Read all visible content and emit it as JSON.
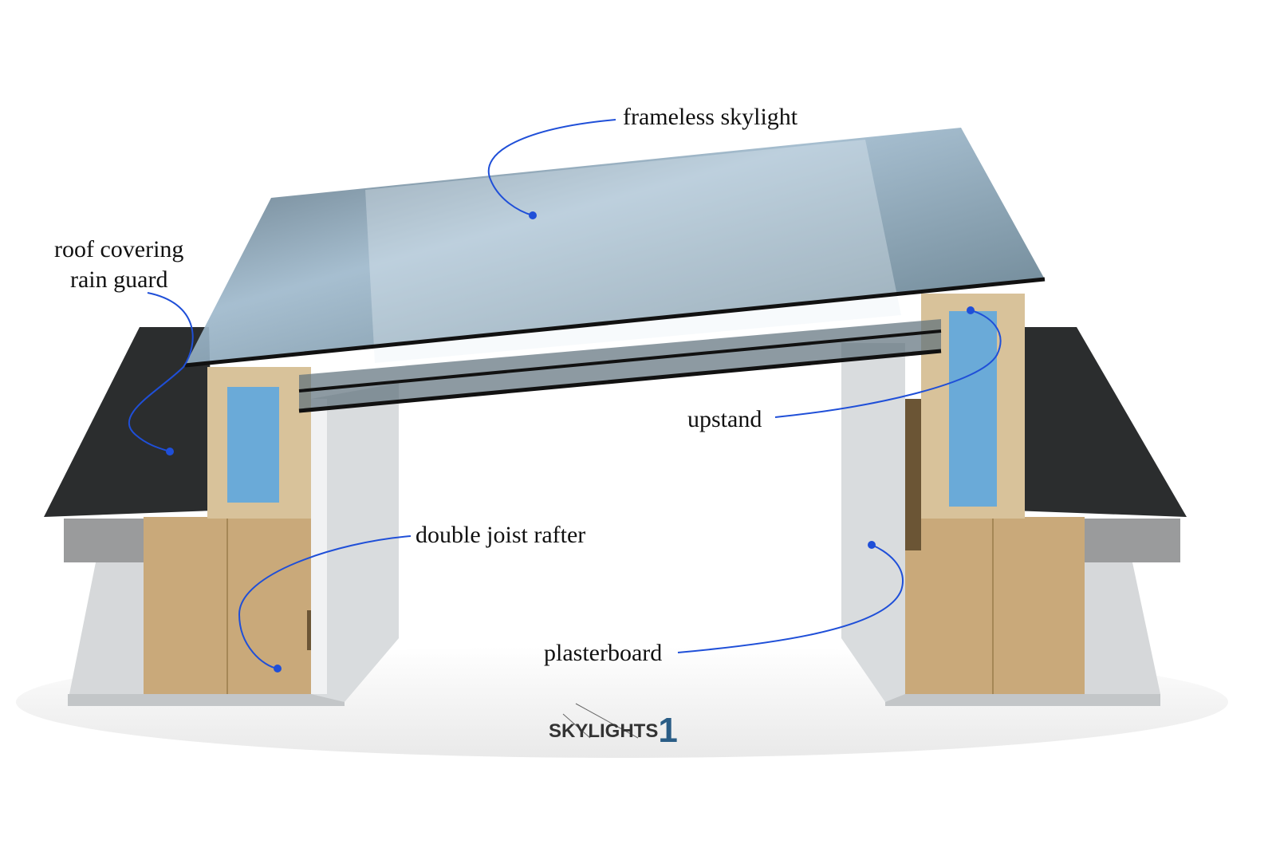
{
  "labels": {
    "frameless_skylight": "frameless skylight",
    "roof_covering": "roof covering",
    "rain_guard": "rain guard",
    "upstand": "upstand",
    "double_joist_rafter": "double joist rafter",
    "plasterboard": "plasterboard"
  },
  "logo": {
    "text": "SKYLIGHTS",
    "number": "1"
  },
  "colors": {
    "leader": "#1f4fd8",
    "glass": "#6f8ea4",
    "roof": "#2b2d2e",
    "timber": "#c9a97a",
    "insulation": "#6aaad8",
    "plaster": "#d9dcde"
  }
}
